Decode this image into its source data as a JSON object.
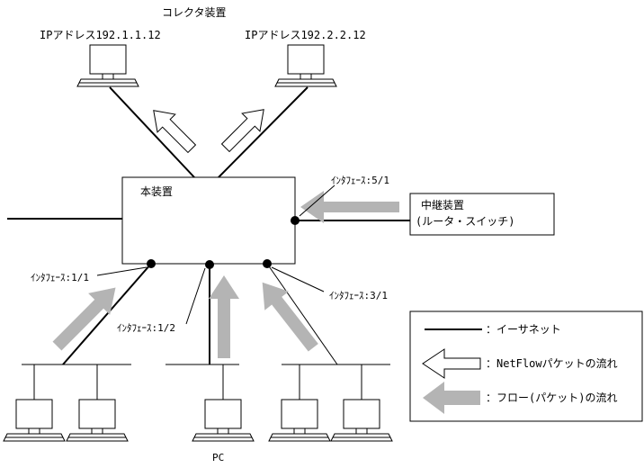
{
  "collector_title": "コレクタ装置",
  "collector_left_ip": "IPアドレス192.1.1.12",
  "collector_right_ip": "IPアドレス192.2.2.12",
  "main_device_label": "本装置",
  "relay": {
    "line1": "中継装置",
    "line2": "(ルータ・スイッチ)"
  },
  "interfaces": {
    "if_5_1": "ｲﾝﾀﾌｪｰｽ:5/1",
    "if_1_1": "ｲﾝﾀﾌｪｰｽ:1/1",
    "if_1_2": "ｲﾝﾀﾌｪｰｽ:1/2",
    "if_3_1": "ｲﾝﾀﾌｪｰｽ:3/1"
  },
  "pc_label": "PC",
  "legend": {
    "ethernet": "：イーサネット",
    "netflow": "：NetFlowパケットの流れ",
    "flow": "：フロー(パケット)の流れ"
  }
}
